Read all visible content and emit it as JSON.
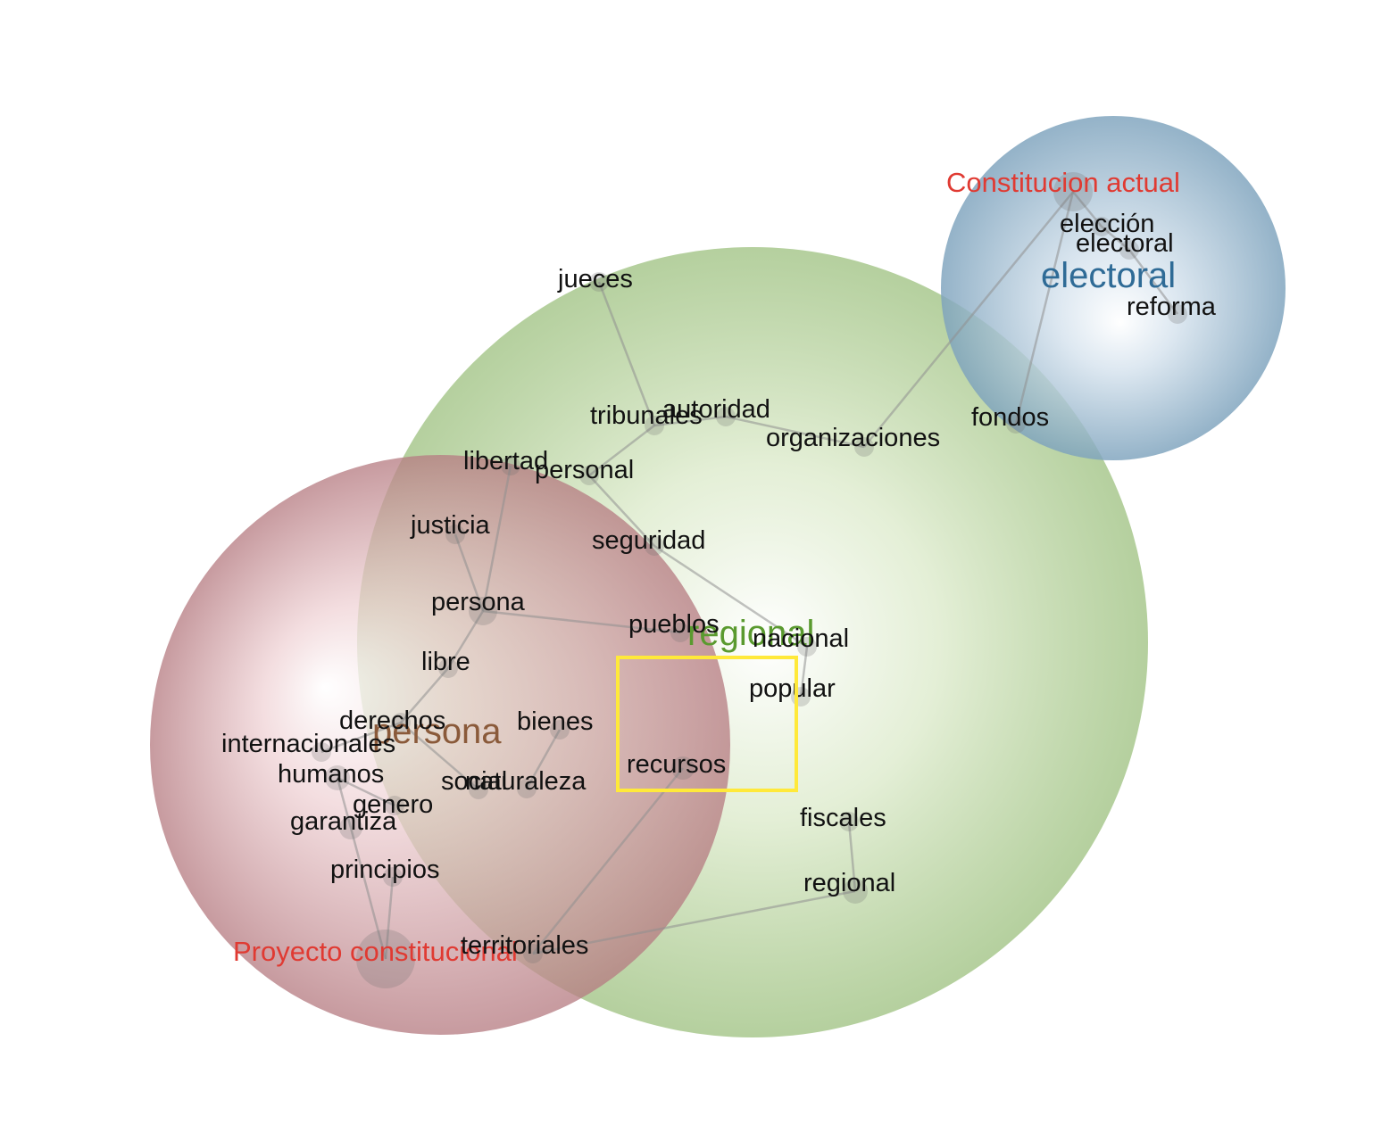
{
  "clusters": [
    {
      "id": "regional",
      "title": "regional",
      "color": "#7fb060",
      "title_color": "#5a9a2f"
    },
    {
      "id": "persona",
      "title": "persona",
      "color": "#b87a80",
      "title_color": "#8a5a3a"
    },
    {
      "id": "electoral",
      "title": "electoral",
      "color": "#7ea3bd",
      "title_color": "#2f6b96"
    }
  ],
  "sources": [
    {
      "id": "proyecto",
      "label": "Proyecto constitucional"
    },
    {
      "id": "actual",
      "label": "Constitucion actual"
    }
  ],
  "words": [
    "jueces",
    "tribunales",
    "autoridad",
    "organizaciones",
    "fondos",
    "libertad",
    "personal",
    "justicia",
    "seguridad",
    "persona",
    "pueblos",
    "nacional",
    "libre",
    "popular",
    "derechos",
    "bienes",
    "internacionales",
    "humanos",
    "social",
    "naturaleza",
    "recursos",
    "genero",
    "garantiza",
    "fiscales",
    "principios",
    "regional",
    "territoriales",
    "elección",
    "electoral",
    "reforma"
  ],
  "edges": [
    [
      "jueces",
      "tribunales"
    ],
    [
      "tribunales",
      "autoridad"
    ],
    [
      "autoridad",
      "organizaciones"
    ],
    [
      "tribunales",
      "personal"
    ],
    [
      "personal",
      "seguridad"
    ],
    [
      "seguridad",
      "nacional"
    ],
    [
      "nacional",
      "popular"
    ],
    [
      "libertad",
      "persona"
    ],
    [
      "justicia",
      "persona"
    ],
    [
      "persona",
      "pueblos"
    ],
    [
      "persona",
      "libre"
    ],
    [
      "libre",
      "derechos"
    ],
    [
      "derechos",
      "internacionales"
    ],
    [
      "derechos",
      "social"
    ],
    [
      "bienes",
      "naturaleza"
    ],
    [
      "humanos",
      "genero"
    ],
    [
      "humanos",
      "garantiza"
    ],
    [
      "recursos",
      "territoriales"
    ],
    [
      "territoriales",
      "regional"
    ],
    [
      "regional",
      "fiscales"
    ],
    [
      "organizaciones",
      "actual"
    ],
    [
      "fondos",
      "actual"
    ],
    [
      "actual",
      "elección"
    ],
    [
      "elección",
      "electoral"
    ],
    [
      "electoral",
      "reforma"
    ],
    [
      "proyecto",
      "principios"
    ],
    [
      "proyecto",
      "garantiza"
    ]
  ],
  "highlight_box_color": "#ffe93a"
}
